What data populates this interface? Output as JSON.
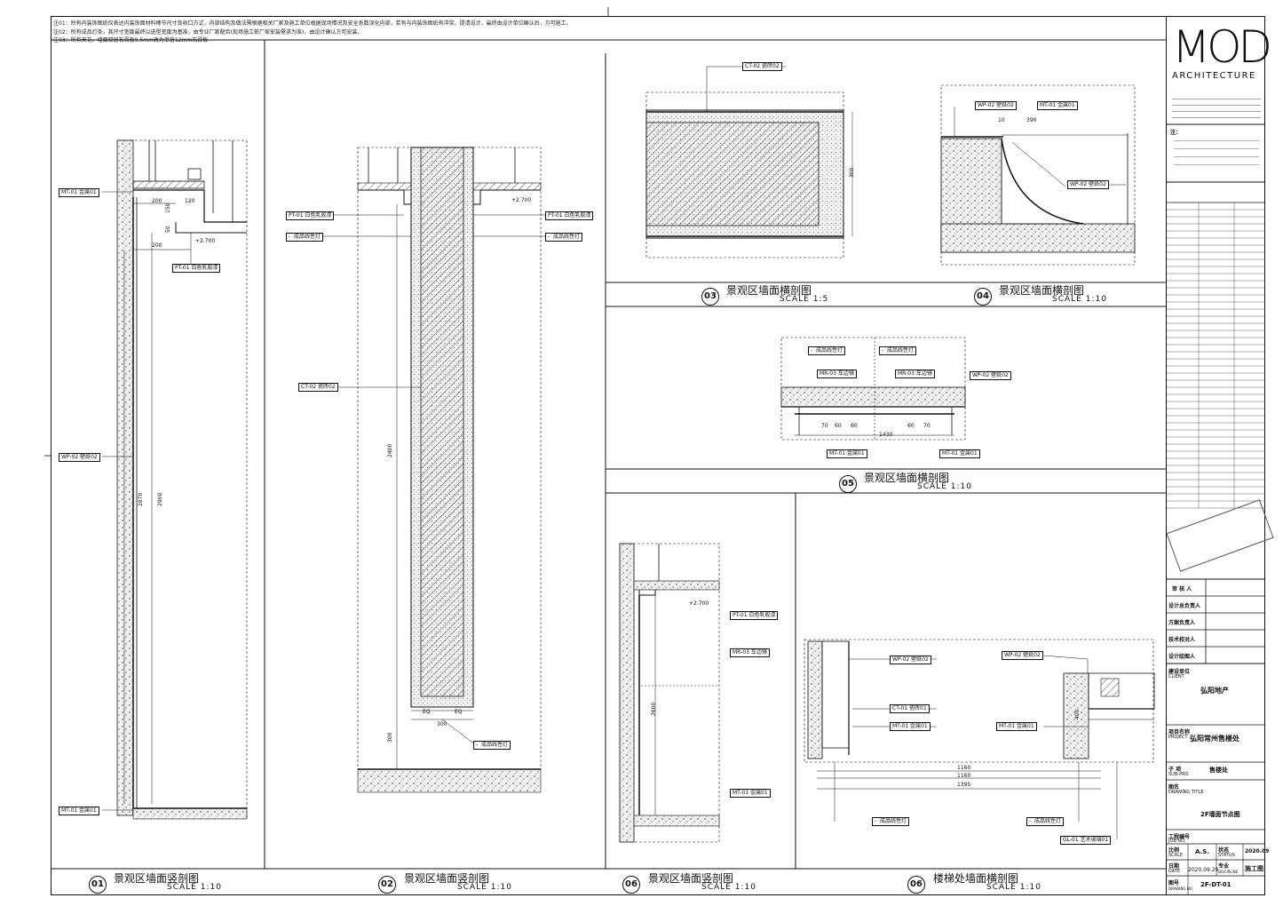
{
  "notes": [
    "注01：所有内装饰图纸仅表达内装饰面材料棒节尺寸及收口方式，内部结构及做法需根据相关厂家及施工单位根据现场情况及安全系数深化内部，若有与内装饰图纸有冲突，提请设计，最终由设计单位确认后，方可施工。",
    "注02：所有成品灯条，其尺寸宽度最终以选型宽度为基准，由专业厂家配合(现场施工依厂家安装需求为准)，由设计确认方可安装。",
    "注03：所有天花、墙面双层石膏板9.5mm改为单层12mm石膏板"
  ],
  "sections": [
    {
      "num": "01",
      "title": "景观区墙面竖剖图",
      "scale": "SCALE 1:10"
    },
    {
      "num": "02",
      "title": "景观区墙面竖剖图",
      "scale": "SCALE 1:10"
    },
    {
      "num": "03",
      "title": "景观区墙面横剖图",
      "scale": "SCALE 1:5"
    },
    {
      "num": "04",
      "title": "景观区墙面横剖图",
      "scale": "SCALE 1:10"
    },
    {
      "num": "05",
      "title": "景观区墙面横剖图",
      "scale": "SCALE 1:10"
    },
    {
      "num": "06",
      "title": "景观区墙面竖剖图",
      "scale": "SCALE 1:10"
    },
    {
      "num": "06",
      "title": "楼梯处墙面横剖图",
      "scale": "SCALE 1:10"
    }
  ],
  "tags": {
    "mt01": "MT-01",
    "mt01_name": "金属01",
    "wp02": "WP-02",
    "wp02_name": "壁纸02",
    "pt01": "PT-01",
    "pt01_name": "白色乳胶漆",
    "ct02": "CT-02",
    "ct02_name": "瓷砖02",
    "ct01": "CT-01",
    "ct01_name": "瓷砖01",
    "mr03": "MR-03",
    "mr03_name": "车边镜",
    "gl01": "GL-01",
    "gl01_name": "艺术玻璃01",
    "dash": "-",
    "light_name": "成品线性灯"
  },
  "dims": {
    "d200": "200",
    "d120": "120",
    "d150": "150",
    "d50": "50",
    "lvl": "+2.700",
    "d2870": "2870",
    "d2900": "2900",
    "d2400": "2400",
    "d300": "300",
    "eq": "EQ",
    "d390": "390",
    "d10": "10",
    "d1430": "1430",
    "d70": "70",
    "d60": "60",
    "d1160": "1160",
    "d1395": "1395",
    "d400": "400",
    "d2600": "2600"
  },
  "titleblock": {
    "logo": "MOD",
    "logo_sub": "ARCHITECTURE",
    "client_label": "建设单位",
    "client_label_en": "CLIENT",
    "client": "弘阳地产",
    "project_label": "项目名称",
    "project_label_en": "PROJECT",
    "project": "弘阳常州售楼处",
    "sub_label": "子 项",
    "sub_label_en": "SUB-PRO.",
    "sub": "售楼处",
    "drawing_title_label": "图名",
    "drawing_title_label_en": "DRAWING TITLE",
    "drawing_title": "2F墙面节点图",
    "roles": [
      "审 核 人",
      "设计总负责人",
      "方案负责人",
      "技术校对人",
      "设计绘图人"
    ],
    "job_label": "工程编号",
    "job_label_en": "JOB NO.",
    "scale_label": "比例",
    "scale_label_en": "SCALE",
    "scale": "A.S.",
    "status_label": "状态",
    "status_label_en": "STATUS",
    "status": "2020.09",
    "date_label": "日期",
    "date_label_en": "DATE",
    "date": "2020.09.29",
    "discipline_label": "专业",
    "discipline_label_en": "DISCIPLINE",
    "discipline": "施工图",
    "drawing_no_label": "图号",
    "drawing_no_label_en": "DRAWING NO.",
    "drawing_no": "2F-DT-01",
    "notes_label": "注："
  }
}
